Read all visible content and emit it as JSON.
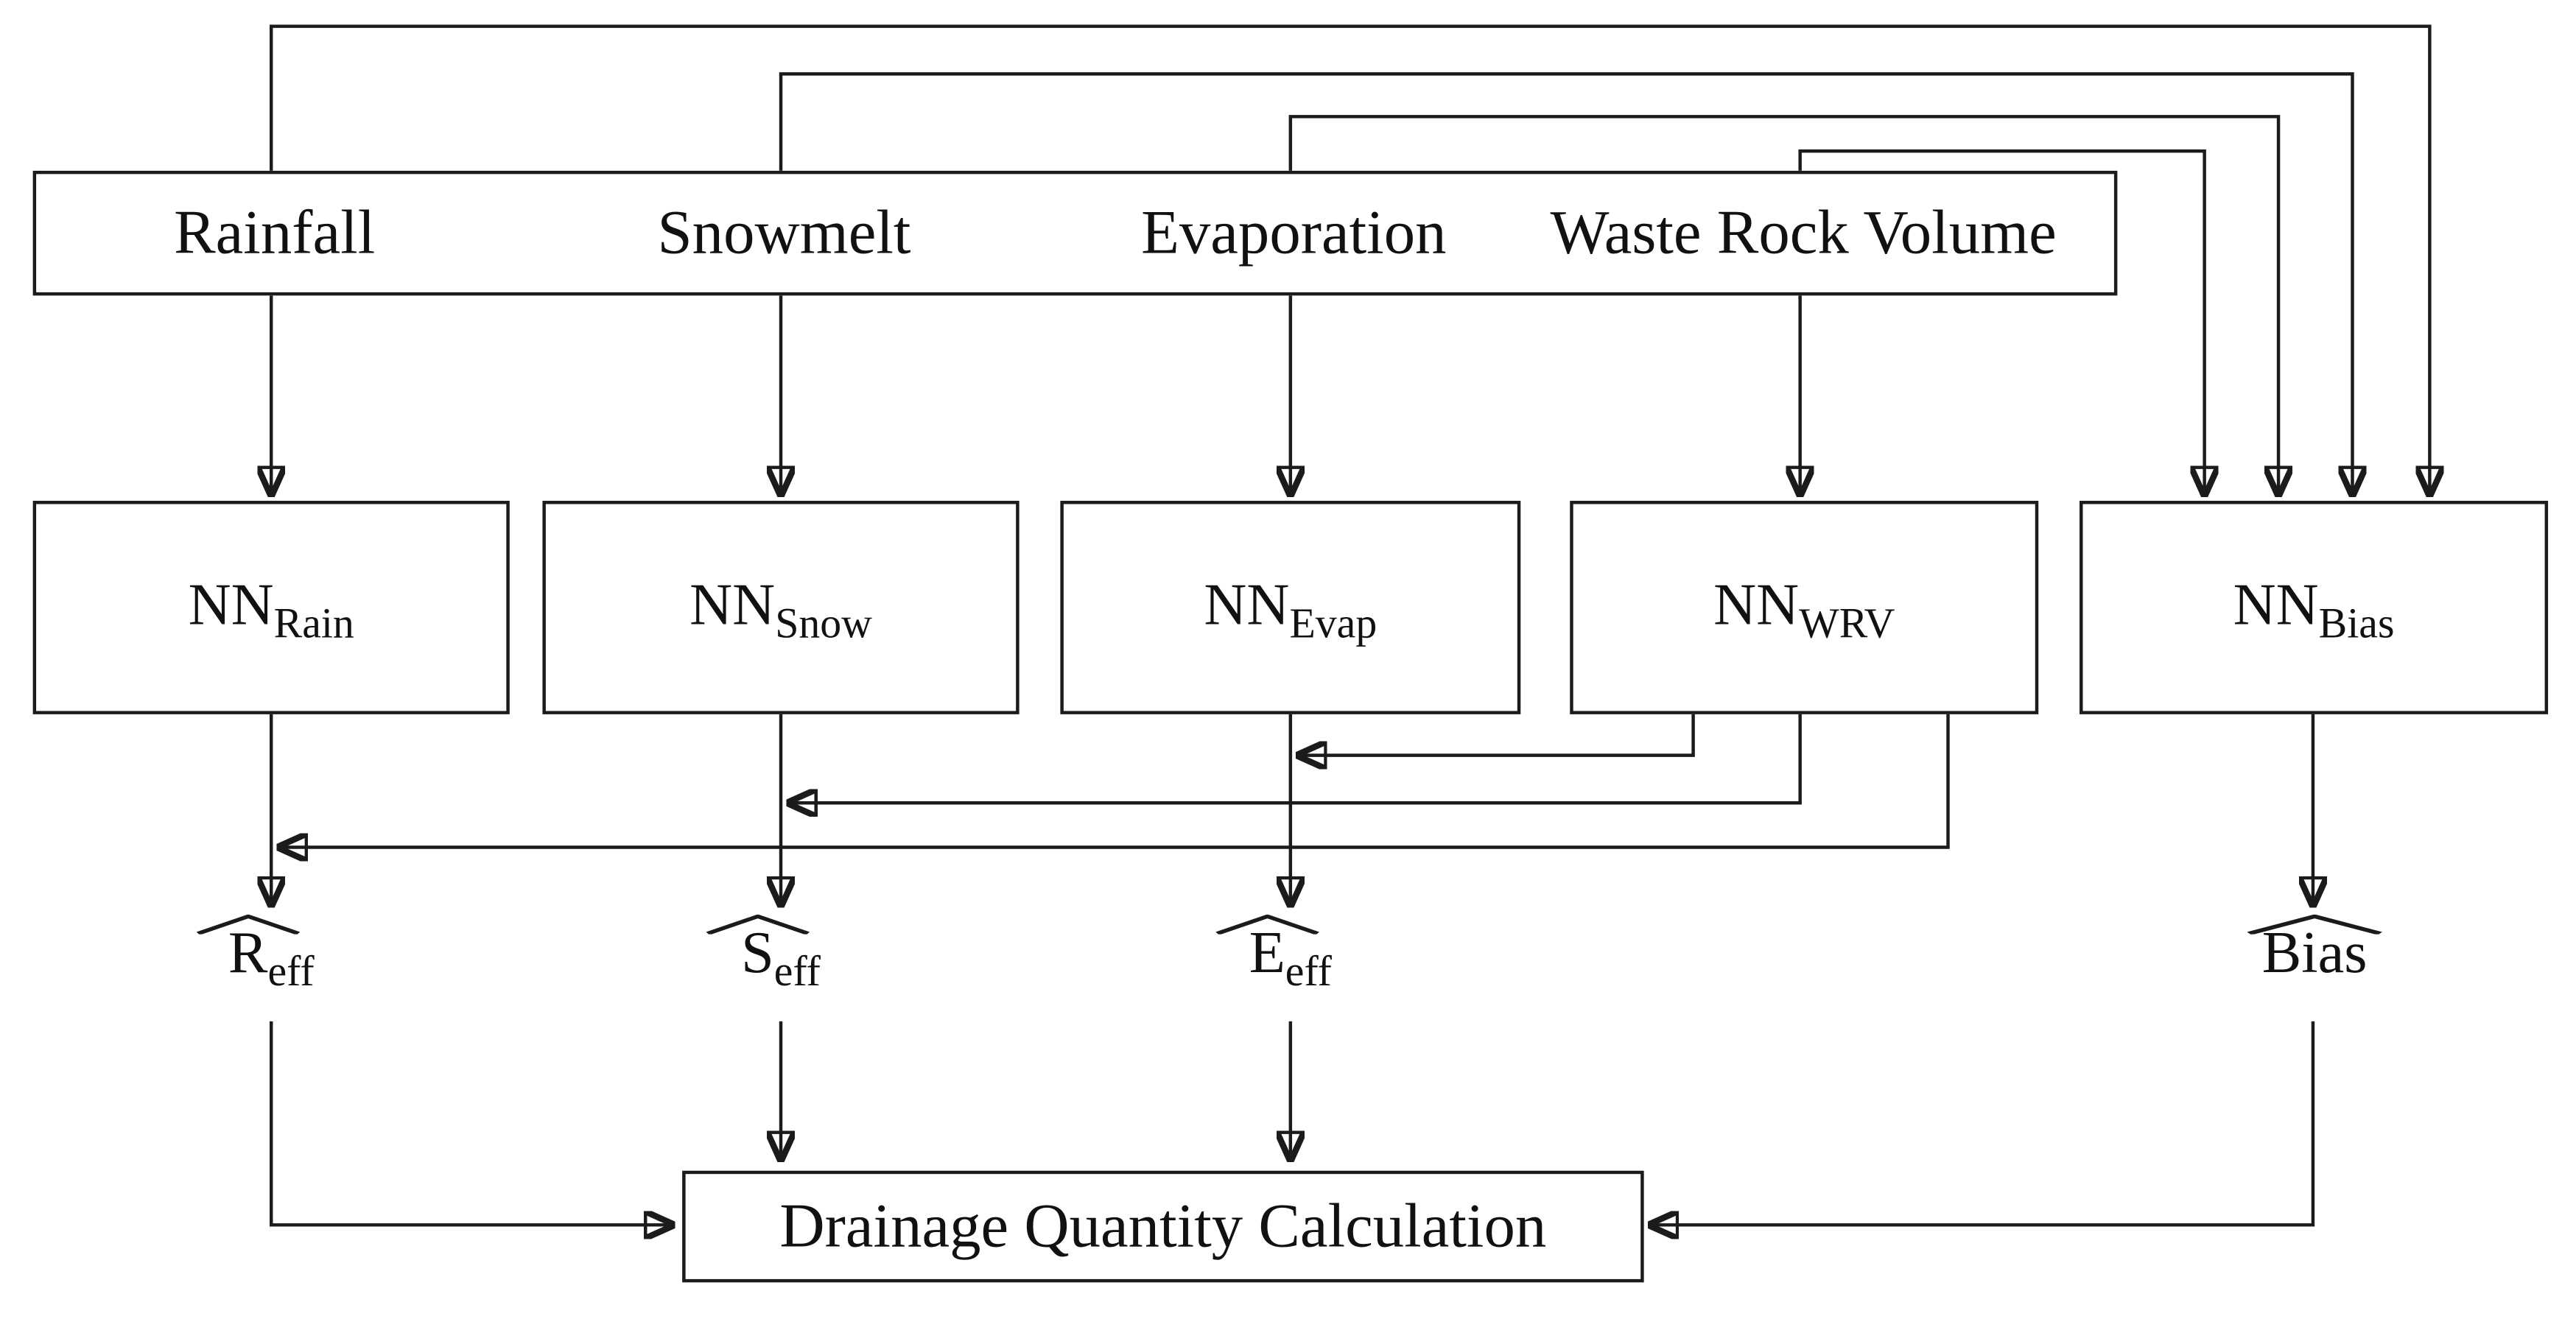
{
  "figure": {
    "background_color": "#ffffff",
    "line_color": "#1b1b1b",
    "inputs": [
      {
        "label": "Rainfall"
      },
      {
        "label": "Snowmelt"
      },
      {
        "label": "Evaporation"
      },
      {
        "label": "Waste Rock Volume"
      }
    ],
    "nn_nodes": [
      {
        "base": "NN",
        "sub": "Rain"
      },
      {
        "base": "NN",
        "sub": "Snow"
      },
      {
        "base": "NN",
        "sub": "Evap"
      },
      {
        "base": "NN",
        "sub": "WRV"
      },
      {
        "base": "NN",
        "sub": "Bias"
      }
    ],
    "outputs": [
      {
        "hat_icon": "widehat",
        "base": "R",
        "sub": "eff"
      },
      {
        "hat_icon": "widehat",
        "base": "S",
        "sub": "eff"
      },
      {
        "hat_icon": "widehat",
        "base": "E",
        "sub": "eff"
      },
      {
        "hat_icon": "widehat",
        "base": "Bias",
        "sub": ""
      }
    ],
    "final": {
      "label": "Drainage Quantity Calculation"
    }
  }
}
